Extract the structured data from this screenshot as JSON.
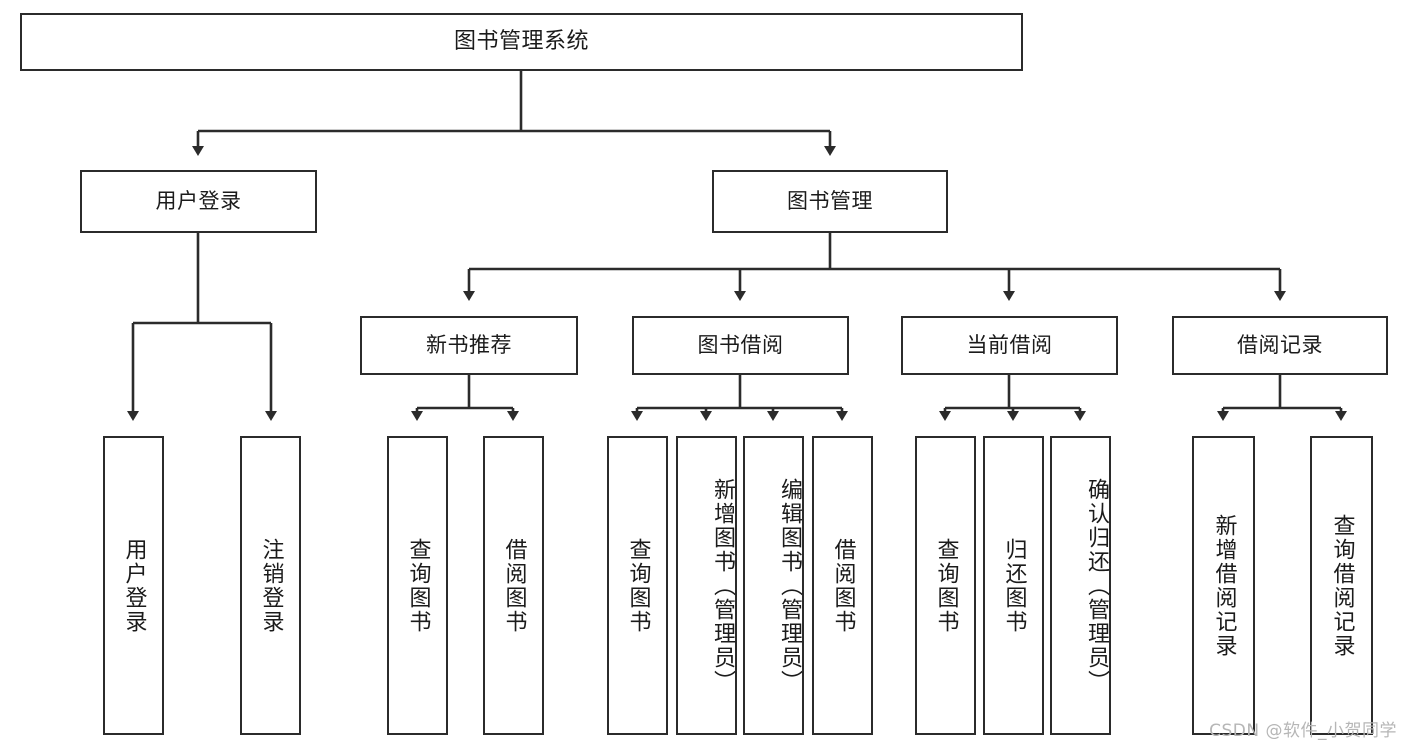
{
  "diagram": {
    "title": "图书管理系统",
    "type": "tree",
    "watermark": "CSDN @软件_小贺同学",
    "nodes": {
      "root": {
        "label": "图书管理系统"
      },
      "l1": [
        {
          "id": "user_login",
          "label": "用户登录"
        },
        {
          "id": "book_manage",
          "label": "图书管理"
        }
      ],
      "l2": [
        {
          "id": "new_book_rec",
          "label": "新书推荐"
        },
        {
          "id": "book_borrow",
          "label": "图书借阅"
        },
        {
          "id": "current_borrow",
          "label": "当前借阅"
        },
        {
          "id": "borrow_record",
          "label": "借阅记录"
        }
      ],
      "leaves": {
        "user_login": [
          {
            "id": "leaf_login",
            "label": "用户登录"
          },
          {
            "id": "leaf_logout",
            "label": "注销登录"
          }
        ],
        "new_book_rec": [
          {
            "id": "leaf_query_book_1",
            "label": "查询图书"
          },
          {
            "id": "leaf_borrow_book_1",
            "label": "借阅图书"
          }
        ],
        "book_borrow": [
          {
            "id": "leaf_query_book_2",
            "label": "查询图书"
          },
          {
            "id": "leaf_add_book",
            "label": "新增图书（管理员）"
          },
          {
            "id": "leaf_edit_book",
            "label": "编辑图书（管理员）"
          },
          {
            "id": "leaf_borrow_book_2",
            "label": "借阅图书"
          }
        ],
        "current_borrow": [
          {
            "id": "leaf_query_book_3",
            "label": "查询图书"
          },
          {
            "id": "leaf_return_book",
            "label": "归还图书"
          },
          {
            "id": "leaf_confirm_return",
            "label": "确认归还（管理员）"
          }
        ],
        "borrow_record": [
          {
            "id": "leaf_add_record",
            "label": "新增借阅记录"
          },
          {
            "id": "leaf_query_record",
            "label": "查询借阅记录"
          }
        ]
      }
    },
    "colors": {
      "stroke": "#2b2b2b",
      "fill": "#ffffff",
      "text": "#1b1b1b",
      "watermark": "#b6b6b6"
    }
  }
}
